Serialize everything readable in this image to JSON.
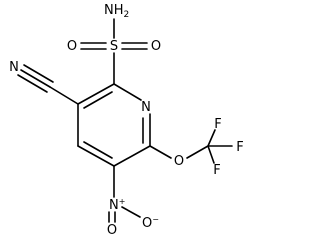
{
  "molecule": {
    "atoms": {
      "amine": {
        "main": "NH",
        "sub": "2"
      },
      "sulfur": "S",
      "oxo_left": "O",
      "oxo_right": "O",
      "ring_nitrogen": "N",
      "nitrile_nitrogen": "N",
      "ether_oxygen": "O",
      "fluorine_right": "F",
      "fluorine_top": "F",
      "fluorine_bottom": "F",
      "nitro_nitrogen": {
        "main": "N",
        "charge": "+"
      },
      "nitro_oxygen_bottom": "O",
      "nitro_oxygen_right": {
        "main": "O",
        "charge": "−"
      }
    }
  }
}
